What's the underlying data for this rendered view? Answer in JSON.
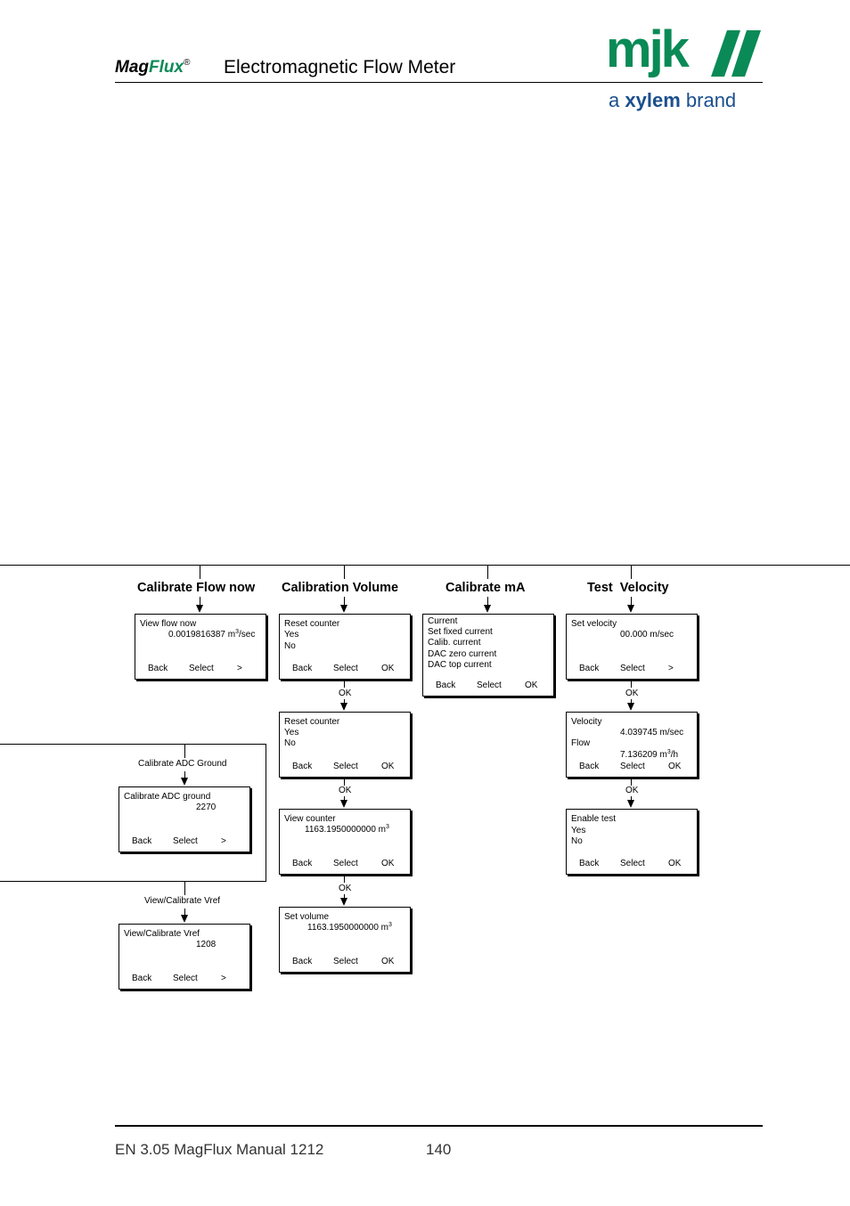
{
  "header": {
    "brand_mag": "Mag",
    "brand_flux": "Flux",
    "brand_reg": "®",
    "title": "Electromagnetic Flow Meter",
    "logo_text": "mjk",
    "logo_tagline_a": "a",
    "logo_tagline_xylem": "xylem",
    "logo_tagline_brand": "brand"
  },
  "colors": {
    "brand_green": "#0a8a56",
    "brand_blue": "#1b4f8e"
  },
  "columns": {
    "flow_now": "Calibrate Flow now",
    "volume": "Calibration Volume",
    "ma": "Calibrate mA",
    "velocity": "Test  Velocity"
  },
  "flow": {
    "box1": {
      "l1": "View flow  now",
      "l2": "0.0019816387 m",
      "l2_sup": "3",
      "l2_tail": "/sec",
      "k1": "Back",
      "k2": "Select",
      "k3": ">"
    },
    "adc_label": "Calibrate ADC Ground",
    "adc": {
      "l1": "Calibrate ADC ground",
      "l2": "2270",
      "k1": "Back",
      "k2": "Select",
      "k3": ">"
    },
    "vref_label": "View/Calibrate Vref",
    "vref": {
      "l1": "View/Calibrate Vref",
      "l2": "1208",
      "k1": "Back",
      "k2": "Select",
      "k3": ">"
    }
  },
  "volume": {
    "box1": {
      "l1": "Reset counter",
      "l2": "Yes",
      "l3": "No",
      "k1": "Back",
      "k2": "Select",
      "k3": "OK"
    },
    "ok1": "OK",
    "box2": {
      "l1": "Reset counter",
      "l2": "Yes",
      "l3": "No",
      "k1": "Back",
      "k2": "Select",
      "k3": "OK"
    },
    "ok2": "OK",
    "box3": {
      "l1": "View counter",
      "l2": "1163.1950000000 m",
      "l2_sup": "3",
      "k1": "Back",
      "k2": "Select",
      "k3": "OK"
    },
    "ok3": "OK",
    "box4": {
      "l1": "Set volume",
      "l2": "1163.1950000000 m",
      "l2_sup": "3",
      "k1": "Back",
      "k2": "Select",
      "k3": "OK"
    }
  },
  "ma": {
    "box1": {
      "l1": "Current",
      "l2": "Set fixed current",
      "l3": "Calib. current",
      "l4": "DAC zero current",
      "l5": "DAC top current",
      "k1": "Back",
      "k2": "Select",
      "k3": "OK"
    }
  },
  "velocity": {
    "box1": {
      "l1": "Set velocity",
      "l2": "00.000 m/sec",
      "k1": "Back",
      "k2": "Select",
      "k3": ">"
    },
    "ok1": "OK",
    "box2": {
      "l1": "Velocity",
      "l2": "4.039745 m/sec",
      "l3": "Flow",
      "l4": "7.136209 m",
      "l4_sup": "3",
      "l4_tail": "/h",
      "k1": "Back",
      "k2": "Select",
      "k3": "OK"
    },
    "ok2": "OK",
    "box3": {
      "l1": "Enable test",
      "l2": "Yes",
      "l3": "No",
      "k1": "Back",
      "k2": "Select",
      "k3": "OK"
    }
  },
  "footer": {
    "left": "EN 3.05 MagFlux Manual 1212",
    "page": "140"
  }
}
